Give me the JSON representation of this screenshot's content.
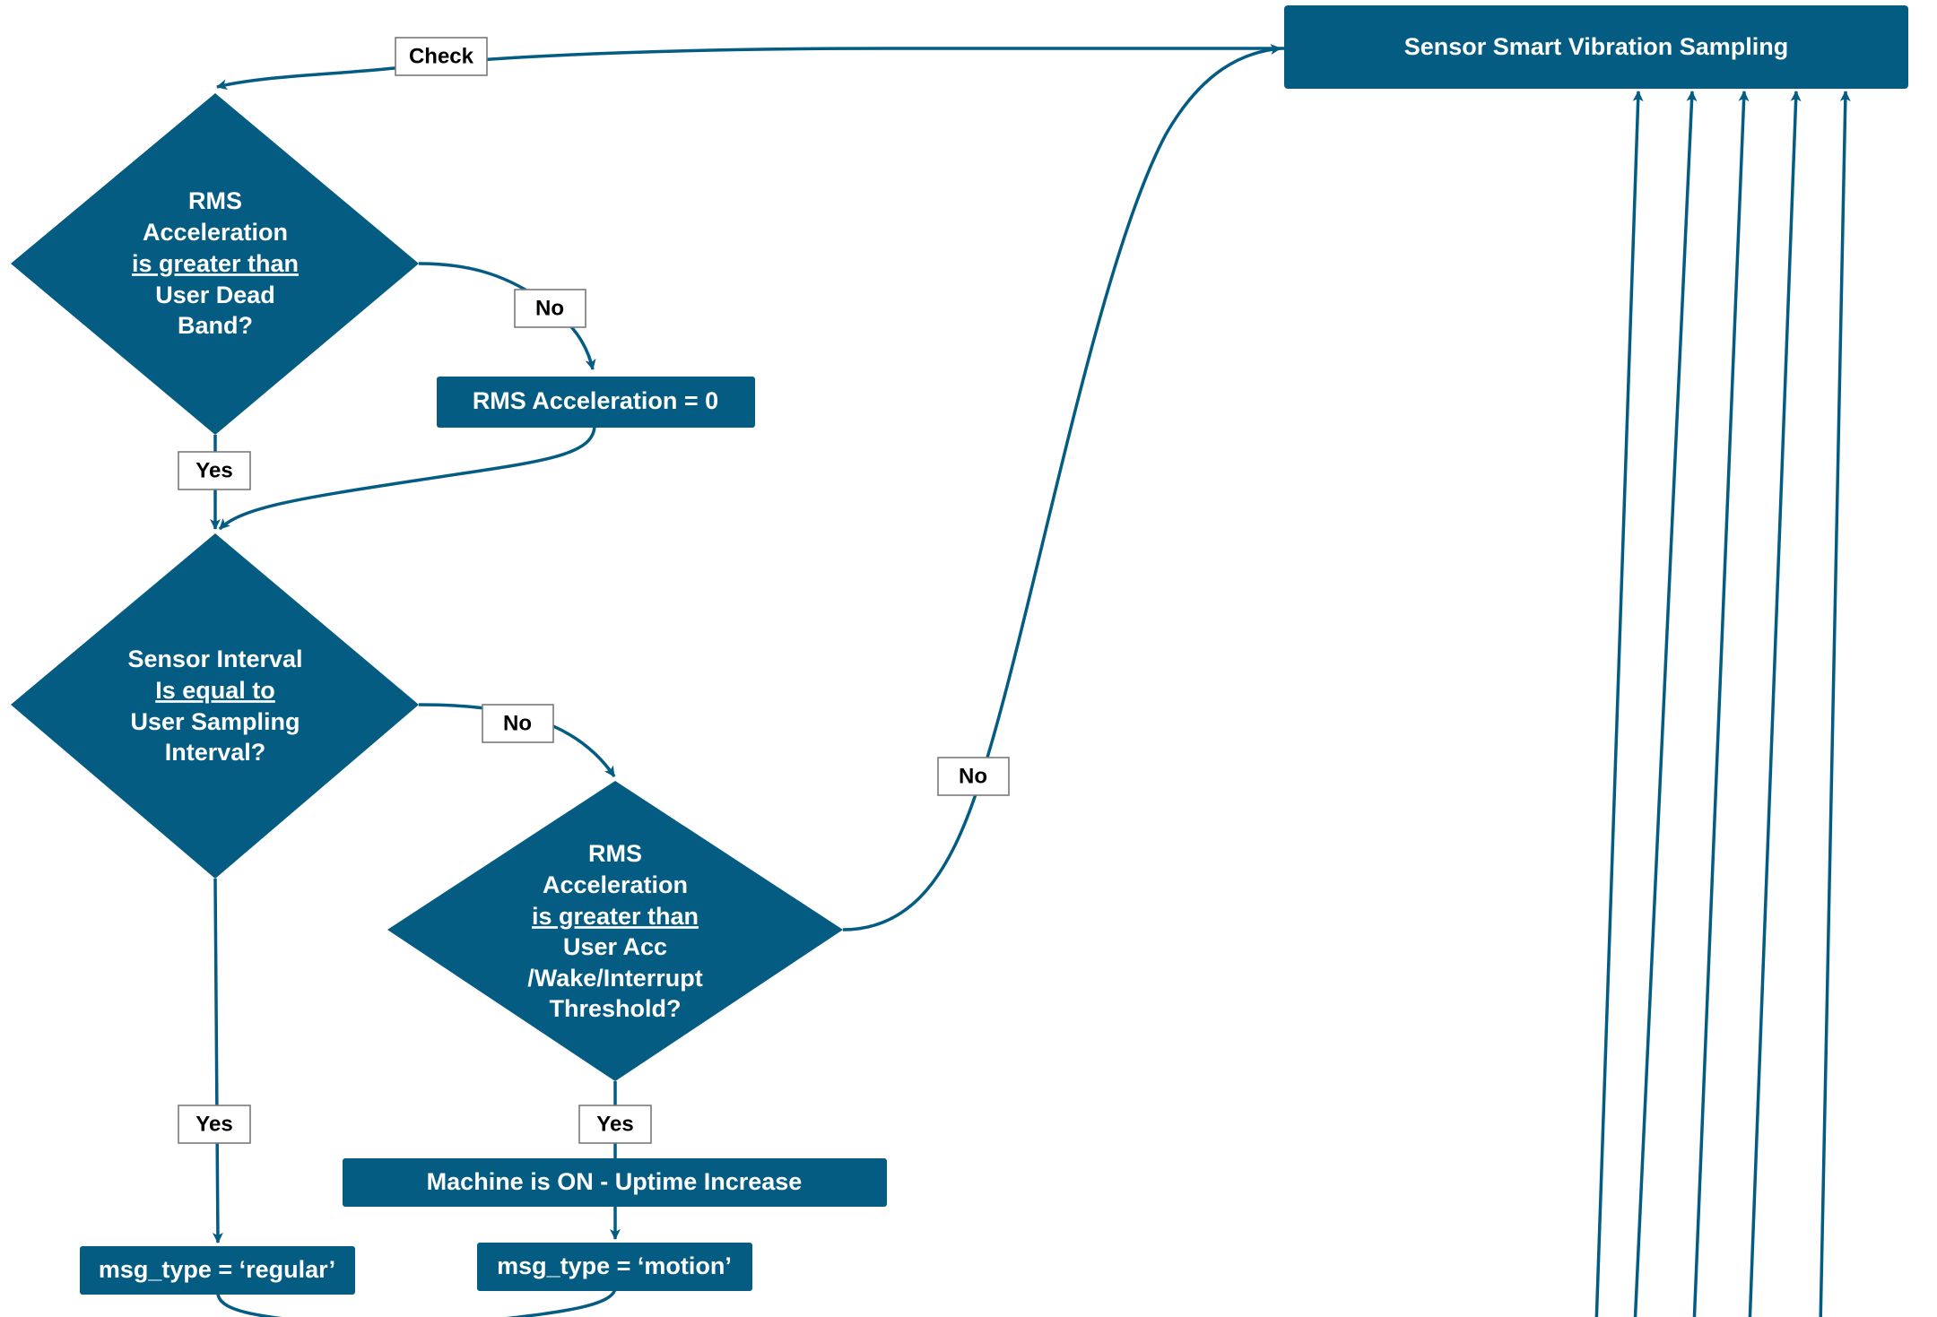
{
  "diagram": {
    "nodes": {
      "sampling": "Sensor Smart Vibration Sampling",
      "decision_deadband": [
        "RMS",
        "Acceleration",
        "is greater than",
        "User Dead",
        "Band?"
      ],
      "rms_zero": "RMS Acceleration = 0",
      "decision_interval": [
        "Sensor Interval",
        "Is equal to",
        "User Sampling",
        "Interval?"
      ],
      "decision_threshold": [
        "RMS",
        "Acceleration",
        "is greater than",
        "User Acc",
        "/Wake/Interrupt",
        "Threshold?"
      ],
      "machine_on": "Machine is ON - Uptime Increase",
      "msg_regular": "msg_type = ‘regular’",
      "msg_motion": "msg_type = ‘motion’"
    },
    "labels": {
      "check": "Check",
      "no_deadband": "No",
      "yes_deadband": "Yes",
      "no_interval": "No",
      "no_threshold": "No",
      "yes_interval": "Yes",
      "yes_threshold": "Yes"
    },
    "colors": {
      "node_fill": "#045c83",
      "edge": "#045c83",
      "label_box": "#ffffff",
      "label_text": "#000000"
    }
  }
}
